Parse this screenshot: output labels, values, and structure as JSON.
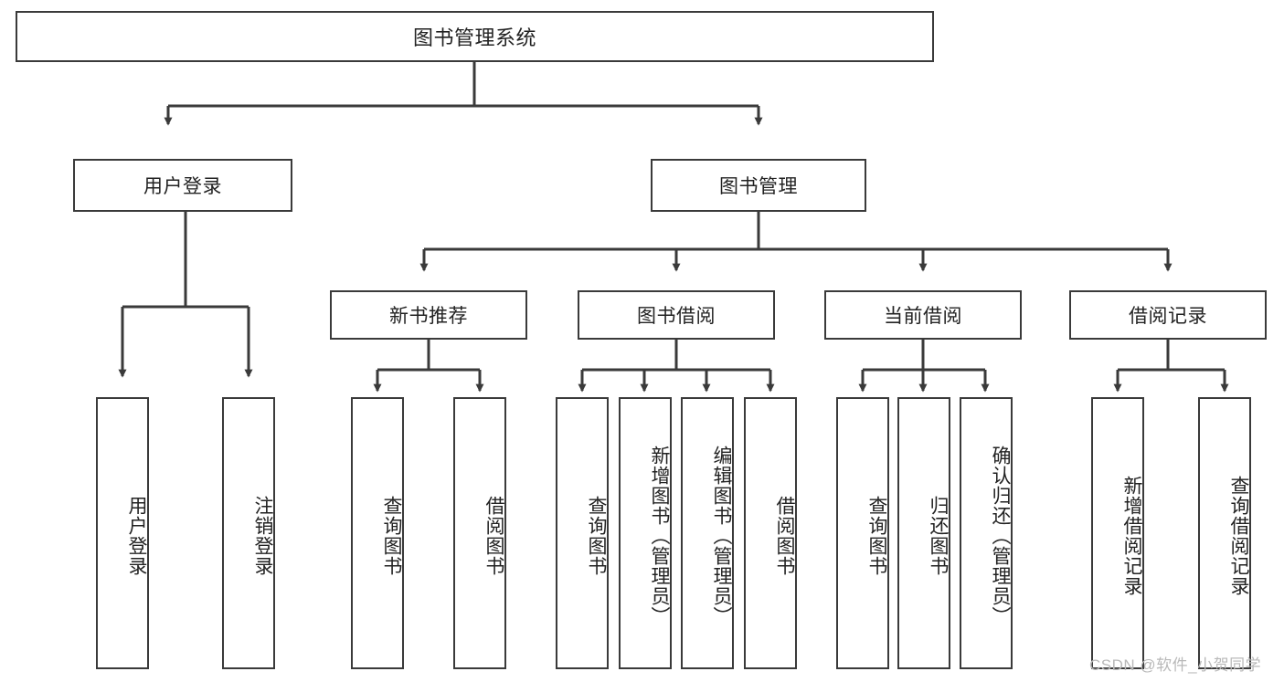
{
  "diagram": {
    "title": "图书管理系统",
    "type": "hierarchy-tree",
    "watermark": "CSDN @软件_小贺同学",
    "colors": {
      "background": "#ffffff",
      "box_border": "#3a3a3a",
      "box_fill": "#ffffff",
      "connector": "#3a3a3a",
      "text": "#222222",
      "watermark": "#b9b9b9"
    },
    "nodes": {
      "root": {
        "label": "图书管理系统"
      },
      "level1": [
        {
          "id": "user-login",
          "label": "用户登录"
        },
        {
          "id": "book-management",
          "label": "图书管理"
        }
      ],
      "level2": [
        {
          "id": "new-book-recommend",
          "label": "新书推荐"
        },
        {
          "id": "book-borrow",
          "label": "图书借阅"
        },
        {
          "id": "current-borrow",
          "label": "当前借阅"
        },
        {
          "id": "borrow-record",
          "label": "借阅记录"
        }
      ],
      "leaves": {
        "user_login": [
          {
            "id": "leaf-user-login",
            "label": "用户登录"
          },
          {
            "id": "leaf-logout-login",
            "label": "注销登录"
          }
        ],
        "new_book_recommend": [
          {
            "id": "leaf-query-book-1",
            "label": "查询图书"
          },
          {
            "id": "leaf-borrow-book-1",
            "label": "借阅图书"
          }
        ],
        "book_borrow": [
          {
            "id": "leaf-query-book-2",
            "label": "查询图书"
          },
          {
            "id": "leaf-add-book-admin",
            "label": "新增图书（管理员）"
          },
          {
            "id": "leaf-edit-book-admin",
            "label": "编辑图书（管理员）"
          },
          {
            "id": "leaf-borrow-book-2",
            "label": "借阅图书"
          }
        ],
        "current_borrow": [
          {
            "id": "leaf-query-book-3",
            "label": "查询图书"
          },
          {
            "id": "leaf-return-book",
            "label": "归还图书"
          },
          {
            "id": "leaf-confirm-return-admin",
            "label": "确认归还（管理员）"
          }
        ],
        "borrow_record": [
          {
            "id": "leaf-add-borrow-record",
            "label": "新增借阅记录"
          },
          {
            "id": "leaf-query-borrow-record",
            "label": "查询借阅记录"
          }
        ]
      }
    }
  }
}
